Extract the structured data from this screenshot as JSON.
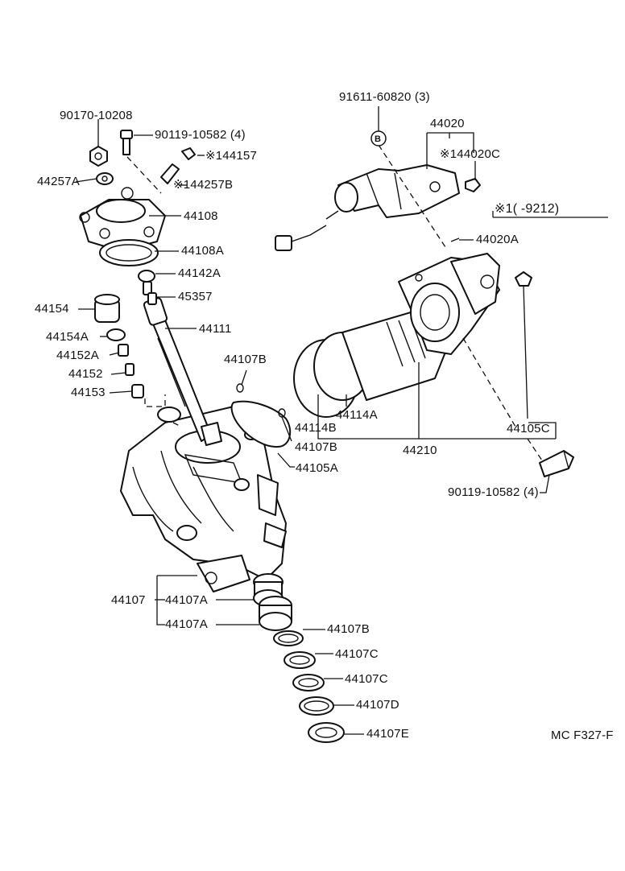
{
  "labels": {
    "p90170_10208": "90170-10208",
    "p90119_10582_top": "90119-10582 (4)",
    "p144157": "※144157",
    "p44257A": "44257A",
    "p144257B": "※144257B",
    "p44108": "44108",
    "p44108A": "44108A",
    "p44142A": "44142A",
    "p45357": "45357",
    "p44154": "44154",
    "p44154A": "44154A",
    "p44152A": "44152A",
    "p44152": "44152",
    "p44153": "44153",
    "p44111": "44111",
    "p44107B_top": "44107B",
    "p91611": "91611-60820 (3)",
    "p44020": "44020",
    "p144020C": "※144020C",
    "p44020A": "44020A",
    "note": "※1(      -9212)",
    "p44114A": "44114A",
    "p44114B": "44114B",
    "p44107B_mid": "44107B",
    "p44210": "44210",
    "p44105C": "44105C",
    "p44105A": "44105A",
    "p90119_10582_bot": "90119-10582 (4)",
    "p44107": "44107",
    "p44107A_1": "44107A",
    "p44107A_2": "44107A",
    "p44107B_low": "44107B",
    "p44107C_1": "44107C",
    "p44107C_2": "44107C",
    "p44107D": "44107D",
    "p44107E": "44107E",
    "circle_b": "B",
    "catalog": "MC F327-F"
  },
  "colors": {
    "ink": "#111111",
    "paper": "#ffffff"
  }
}
